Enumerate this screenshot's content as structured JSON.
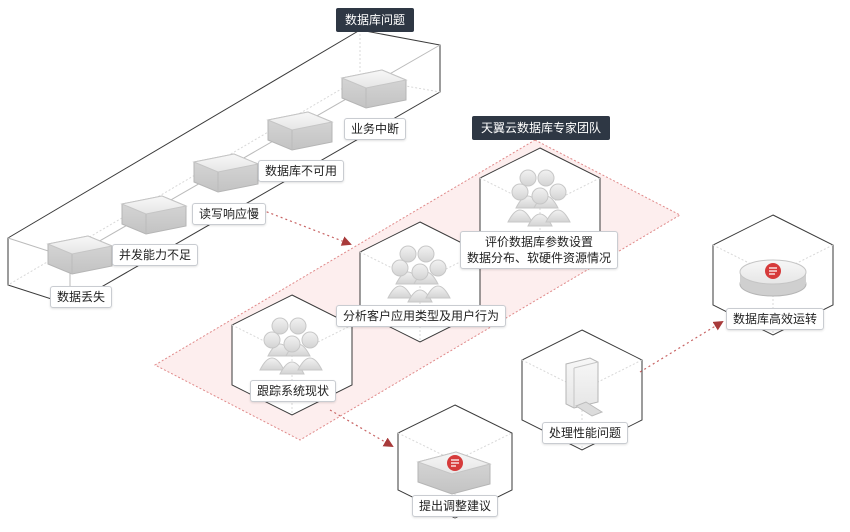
{
  "titles": {
    "problems": "数据库问题",
    "team": "天翼云数据库专家团队"
  },
  "problem_labels": [
    "数据丢失",
    "并发能力不足",
    "读写响应慢",
    "数据库不可用",
    "业务中断"
  ],
  "team_steps": {
    "track": "跟踪系统现状",
    "analyze": "分析客户应用类型及用户行为",
    "evaluate_line1": "评价数据库参数设置",
    "evaluate_line2": "数据分布、软硬件资源情况"
  },
  "outcomes": {
    "suggest": "提出调整建议",
    "handle": "处理性能问题",
    "efficient": "数据库高效运转"
  },
  "icons": [
    "server-block-icon",
    "people-group-icon",
    "document-badge-icon",
    "monitor-icon",
    "database-badge-icon"
  ],
  "colors": {
    "title_bg": "#2e3744",
    "accent_red": "#d63b3b",
    "team_zone_fill": "#fdeeee",
    "team_zone_border": "#e08a8a",
    "box_line": "#c8c8c8"
  }
}
